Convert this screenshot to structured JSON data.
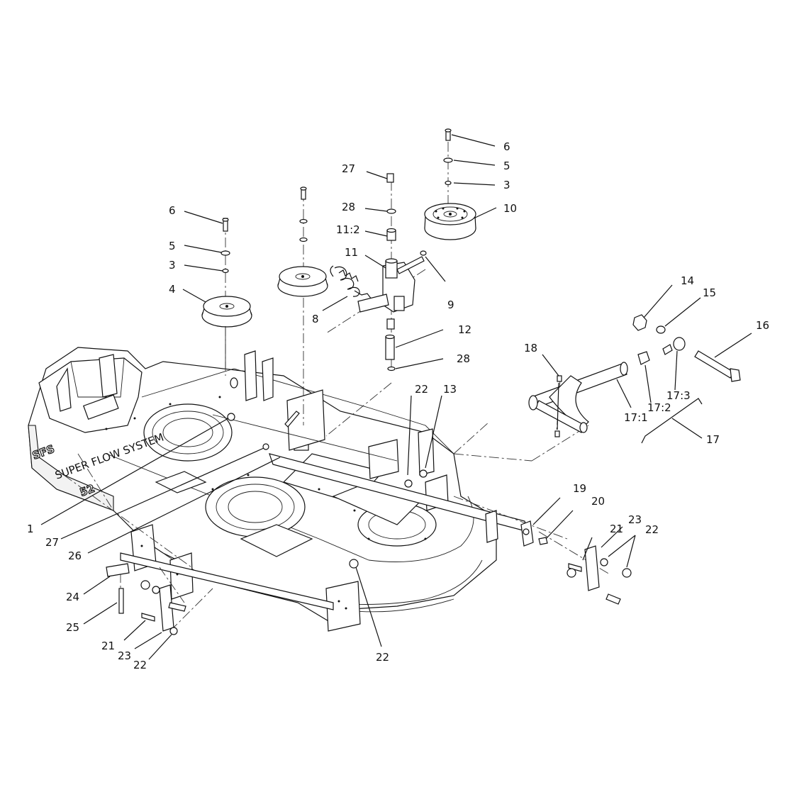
{
  "diagram": {
    "decal_text": [
      "SFS",
      "SUPER FLOW SYSTEM",
      "52"
    ],
    "callouts": [
      {
        "id": "c-6-right",
        "text": "6"
      },
      {
        "id": "c-5-right",
        "text": "5"
      },
      {
        "id": "c-3-right",
        "text": "3"
      },
      {
        "id": "c-10",
        "text": "10"
      },
      {
        "id": "c-27-top",
        "text": "27"
      },
      {
        "id": "c-28-top",
        "text": "28"
      },
      {
        "id": "c-11-2",
        "text": "11:2"
      },
      {
        "id": "c-11",
        "text": "11"
      },
      {
        "id": "c-9",
        "text": "9"
      },
      {
        "id": "c-8",
        "text": "8"
      },
      {
        "id": "c-12",
        "text": "12"
      },
      {
        "id": "c-28-mid",
        "text": "28"
      },
      {
        "id": "c-6-left",
        "text": "6"
      },
      {
        "id": "c-5-left",
        "text": "5"
      },
      {
        "id": "c-3-left",
        "text": "3"
      },
      {
        "id": "c-4",
        "text": "4"
      },
      {
        "id": "c-14",
        "text": "14"
      },
      {
        "id": "c-15",
        "text": "15"
      },
      {
        "id": "c-16",
        "text": "16"
      },
      {
        "id": "c-18",
        "text": "18"
      },
      {
        "id": "c-17-3",
        "text": "17:3"
      },
      {
        "id": "c-17-2",
        "text": "17:2"
      },
      {
        "id": "c-17-1",
        "text": "17:1"
      },
      {
        "id": "c-17",
        "text": "17"
      },
      {
        "id": "c-22-top",
        "text": "22"
      },
      {
        "id": "c-13",
        "text": "13"
      },
      {
        "id": "c-19",
        "text": "19"
      },
      {
        "id": "c-20",
        "text": "20"
      },
      {
        "id": "c-21-right",
        "text": "21"
      },
      {
        "id": "c-23-right",
        "text": "23"
      },
      {
        "id": "c-22-right",
        "text": "22"
      },
      {
        "id": "c-1",
        "text": "1"
      },
      {
        "id": "c-27-left",
        "text": "27"
      },
      {
        "id": "c-26",
        "text": "26"
      },
      {
        "id": "c-24",
        "text": "24"
      },
      {
        "id": "c-25",
        "text": "25"
      },
      {
        "id": "c-21-left",
        "text": "21"
      },
      {
        "id": "c-23-left",
        "text": "23"
      },
      {
        "id": "c-22-left",
        "text": "22"
      },
      {
        "id": "c-22-bottom",
        "text": "22"
      }
    ]
  }
}
